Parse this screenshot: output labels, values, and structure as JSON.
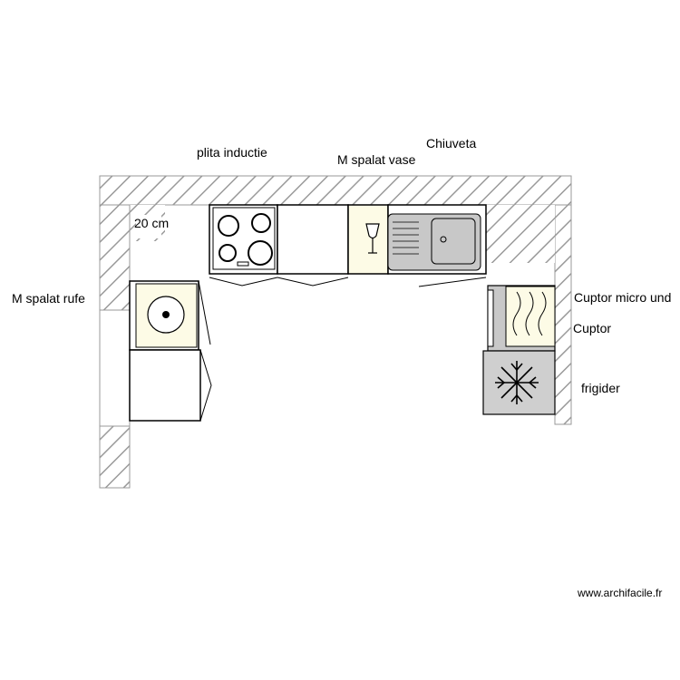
{
  "labels": {
    "plita": "plita inductie",
    "vase": "M spalat vase",
    "chiuveta": "Chiuveta",
    "cota": "20 cm",
    "rufe": "M spalat rufe",
    "micro": "Cuptor micro und",
    "cuptor": "Cuptor",
    "frigider": "frigider"
  },
  "watermark": "www.archifacile.fr",
  "colors": {
    "appliance_fill": "#fdfbe6",
    "sink_fill": "#c8c8c8",
    "fridge_fill": "#cfcfcf",
    "wall_hatch": "#9a9a9a"
  },
  "icons": {
    "cooktop": "induction-hob-icon",
    "glass": "wine-glass-icon",
    "sink": "sink-icon",
    "washer": "washing-machine-icon",
    "oven": "microwave-waves-icon",
    "fridge": "snowflake-icon"
  }
}
